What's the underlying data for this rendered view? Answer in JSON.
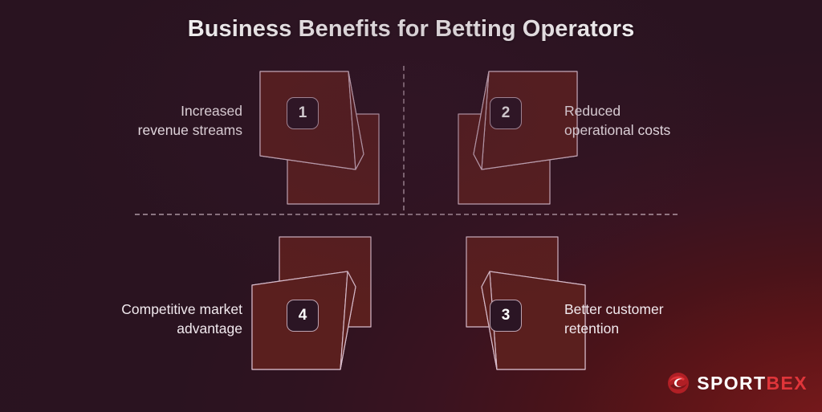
{
  "header": {
    "title": "Business Benefits for Betting Operators"
  },
  "theme": {
    "background_dark": "#291320",
    "background_glow": "#7a1a1c",
    "box_fill": "#5a1f1e",
    "box_stroke": "#d8bccb",
    "text_color": "#f1e9ee",
    "accent_red": "#e0353a"
  },
  "quadrants": [
    {
      "number": "1",
      "label": "Increased\nrevenue streams",
      "align": "right",
      "position": "top-left"
    },
    {
      "number": "2",
      "label": "Reduced\noperational costs",
      "align": "left",
      "position": "top-right"
    },
    {
      "number": "3",
      "label": "Better customer\nretention",
      "align": "left",
      "position": "bottom-right"
    },
    {
      "number": "4",
      "label": "Competitive market\nadvantage",
      "align": "right",
      "position": "bottom-left"
    }
  ],
  "logo": {
    "name_primary": "SPORT",
    "name_accent": "BEX",
    "mark": "swoosh-circle-icon"
  }
}
